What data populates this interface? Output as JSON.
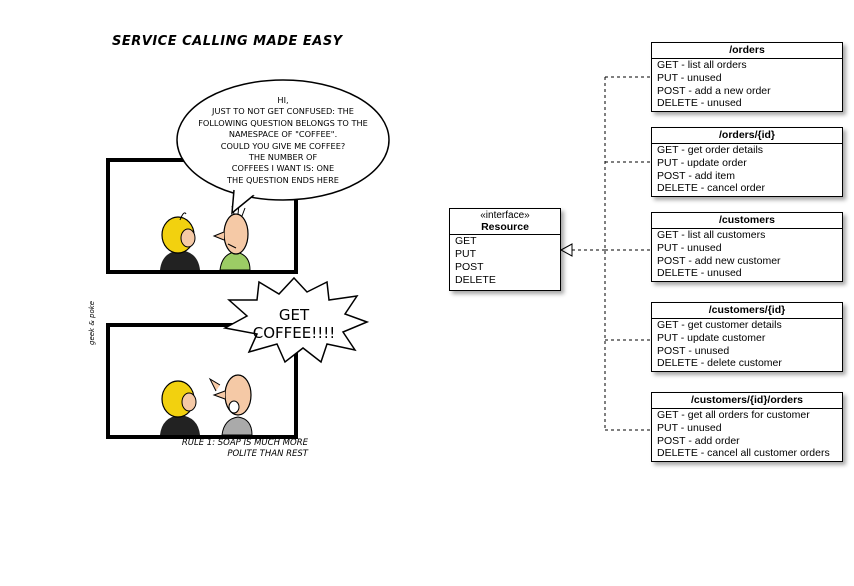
{
  "comic": {
    "title": "SERVICE CALLING MADE EASY",
    "bubble1_lines": [
      "HI,",
      "JUST TO NOT GET CONFUSED: THE",
      "FOLLOWING QUESTION BELONGS TO THE",
      "NAMESPACE OF \"COFFEE\".",
      "COULD YOU GIVE ME COFFEE?",
      "THE NUMBER OF",
      "COFFEES I WANT IS: ONE",
      "THE QUESTION ENDS HERE"
    ],
    "bubble2_lines": [
      "GET",
      "COFFEE!!!!"
    ],
    "caption_lines": [
      "RULE 1: SOAP IS MUCH MORE",
      "POLITE THAN REST"
    ],
    "credit": "geek & poke"
  },
  "interface": {
    "stereotype": "«interface»",
    "name": "Resource",
    "methods": [
      "GET",
      "PUT",
      "POST",
      "DELETE"
    ]
  },
  "resources": [
    {
      "path": "/orders",
      "ops": [
        "GET - list all orders",
        "PUT - unused",
        "POST - add a new order",
        "DELETE -  unused"
      ]
    },
    {
      "path": "/orders/{id}",
      "ops": [
        "GET - get order details",
        "PUT - update order",
        "POST - add item",
        "DELETE - cancel order"
      ]
    },
    {
      "path": "/customers",
      "ops": [
        "GET - list all customers",
        "PUT - unused",
        "POST - add new customer",
        "DELETE - unused"
      ]
    },
    {
      "path": "/customers/{id}",
      "ops": [
        "GET - get customer details",
        "PUT - update customer",
        "POST - unused",
        "DELETE - delete customer"
      ]
    },
    {
      "path": "/customers/{id}/orders",
      "ops": [
        "GET - get all orders for customer",
        "PUT - unused",
        "POST - add order",
        "DELETE - cancel all customer orders"
      ]
    }
  ]
}
